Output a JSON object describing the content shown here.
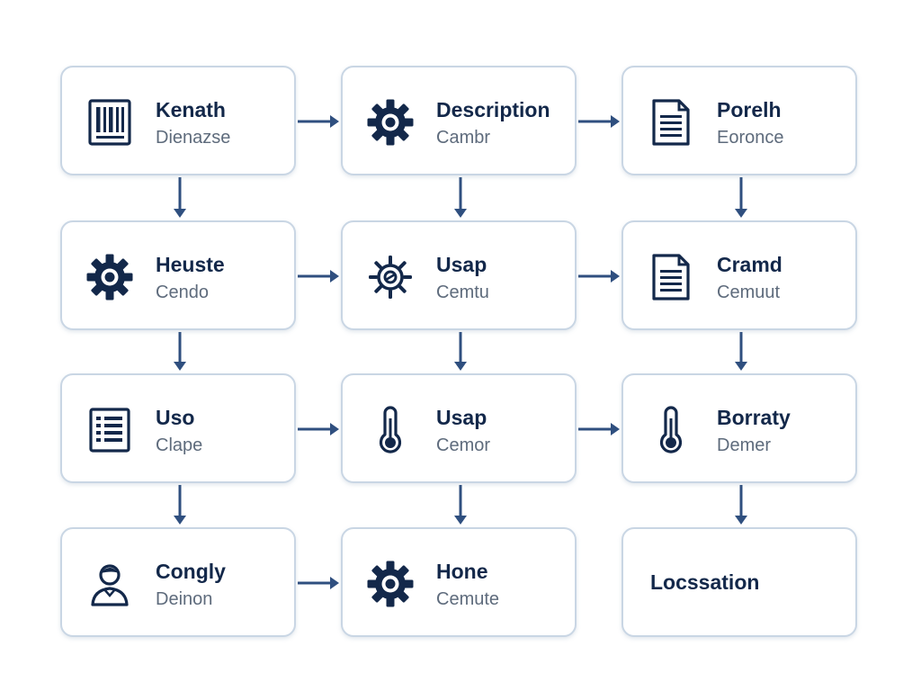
{
  "colors": {
    "ink": "#13284a",
    "subtext": "#5e6b7c",
    "border": "#c9d6e4",
    "arrow": "#2f4f7f"
  },
  "nodes": [
    {
      "id": "n1",
      "icon": "barcode-icon",
      "title": "Kenath",
      "subtitle": "Dienazse"
    },
    {
      "id": "n2",
      "icon": "gear-icon",
      "title": "Description",
      "subtitle": "Cambr"
    },
    {
      "id": "n3",
      "icon": "document-icon",
      "title": "Porelh",
      "subtitle": "Eoronce"
    },
    {
      "id": "n4",
      "icon": "gear-icon",
      "title": "Heuste",
      "subtitle": "Cendo"
    },
    {
      "id": "n5",
      "icon": "sun-gear-icon",
      "title": "Usap",
      "subtitle": "Cemtu"
    },
    {
      "id": "n6",
      "icon": "document-icon",
      "title": "Cramd",
      "subtitle": "Cemuut"
    },
    {
      "id": "n7",
      "icon": "checklist-icon",
      "title": "Uso",
      "subtitle": "Clape"
    },
    {
      "id": "n8",
      "icon": "thermometer-icon",
      "title": "Usap",
      "subtitle": "Cemor"
    },
    {
      "id": "n9",
      "icon": "thermometer-icon",
      "title": "Borraty",
      "subtitle": "Demer"
    },
    {
      "id": "n10",
      "icon": "person-icon",
      "title": "Congly",
      "subtitle": "Deinon"
    },
    {
      "id": "n11",
      "icon": "gear-icon",
      "title": "Hone",
      "subtitle": "Cemute"
    },
    {
      "id": "n12",
      "icon": "",
      "title": "Locssation",
      "subtitle": ""
    }
  ],
  "edges": [
    [
      "n1",
      "n2"
    ],
    [
      "n2",
      "n3"
    ],
    [
      "n4",
      "n5"
    ],
    [
      "n5",
      "n6"
    ],
    [
      "n7",
      "n8"
    ],
    [
      "n8",
      "n9"
    ],
    [
      "n10",
      "n11"
    ],
    [
      "n1",
      "n4"
    ],
    [
      "n4",
      "n7"
    ],
    [
      "n7",
      "n10"
    ],
    [
      "n2",
      "n5"
    ],
    [
      "n5",
      "n8"
    ],
    [
      "n8",
      "n11"
    ],
    [
      "n3",
      "n6"
    ],
    [
      "n6",
      "n9"
    ],
    [
      "n9",
      "n12"
    ]
  ]
}
